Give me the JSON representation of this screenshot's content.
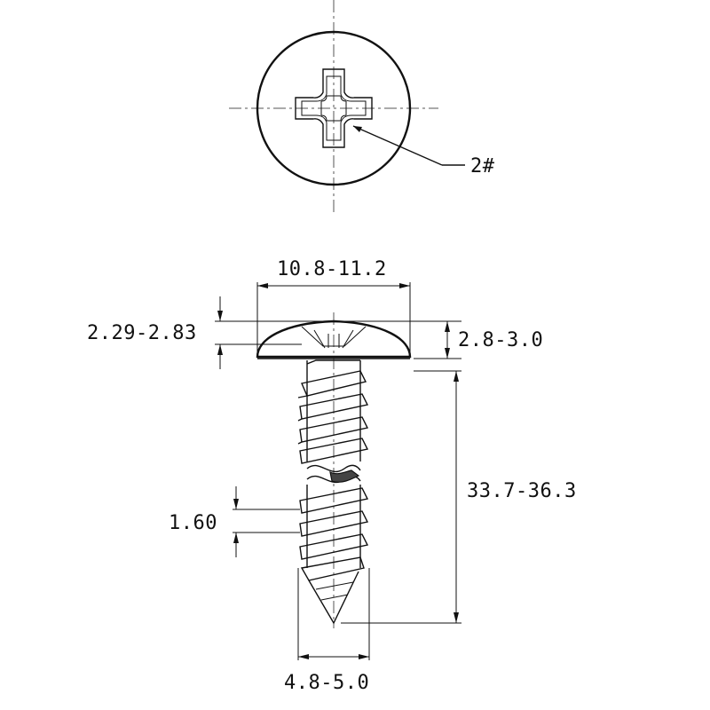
{
  "drawing": {
    "line_color": "#111111",
    "background": "#ffffff",
    "top_view": {
      "drive_label": "2#"
    },
    "dimensions": {
      "head_diameter": "10.8-11.2",
      "head_height": "2.8-3.0",
      "head_dome": "2.29-2.83",
      "length": "33.7-36.3",
      "thread_pitch": "1.60",
      "thread_diameter": "4.8-5.0"
    }
  }
}
